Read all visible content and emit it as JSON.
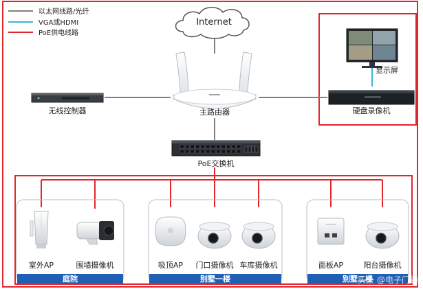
{
  "legend": {
    "ethernet": "以太网线路/光纤",
    "video": "VGA或HDMI",
    "poe": "PoE供电线路"
  },
  "colors": {
    "ethernet": "#7f7f7f",
    "video": "#38b6d6",
    "poe": "#e0262b",
    "zone_bar": "#1f5fb4",
    "frame": "#e0262b"
  },
  "nodes": {
    "internet": "Internet",
    "router": "主路由器",
    "controller": "无线控制器",
    "monitor": "显示屏",
    "nvr": "硬盘录像机",
    "poe_switch": "PoE交换机"
  },
  "zones": [
    {
      "name": "庭院",
      "devices": [
        {
          "label": "室外AP",
          "icon": "outdoor-ap-icon"
        },
        {
          "label": "围墙摄像机",
          "icon": "bullet-camera-icon"
        }
      ]
    },
    {
      "name": "别墅一楼",
      "devices": [
        {
          "label": "吸顶AP",
          "icon": "ceiling-ap-icon"
        },
        {
          "label": "门口摄像机",
          "icon": "dome-camera-icon"
        },
        {
          "label": "车库摄像机",
          "icon": "dome-camera-icon"
        }
      ]
    },
    {
      "name": "别墅二楼",
      "devices": [
        {
          "label": "面板AP",
          "icon": "panel-ap-icon"
        },
        {
          "label": "阳台摄像机",
          "icon": "dome-camera-icon"
        }
      ]
    }
  ],
  "watermark": "头条 @电子门锁"
}
